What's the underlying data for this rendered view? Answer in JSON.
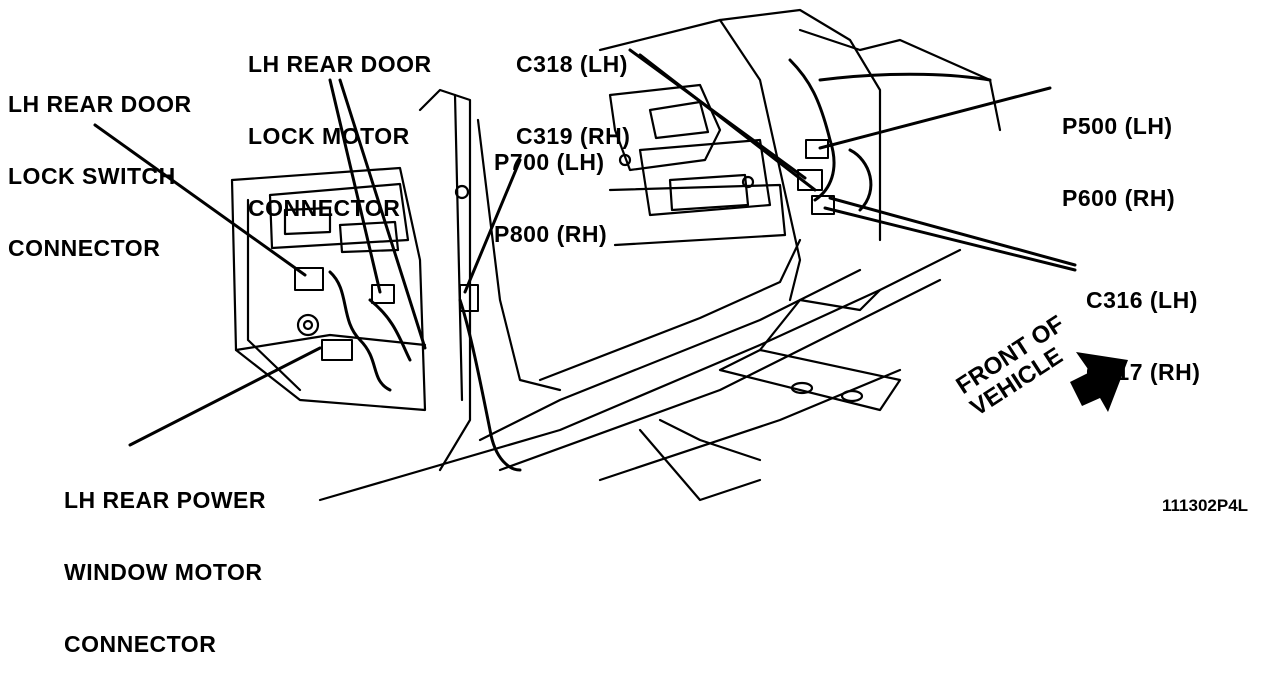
{
  "callouts": {
    "lock_switch": [
      "LH REAR DOOR",
      "LOCK SWITCH",
      "CONNECTOR"
    ],
    "lock_motor": [
      "LH REAR DOOR",
      "LOCK MOTOR",
      "CONNECTOR"
    ],
    "c318": [
      "C318 (LH)",
      "C319 (RH)"
    ],
    "p700": [
      "P700 (LH)",
      "P800 (RH)"
    ],
    "p500": [
      "P500 (LH)",
      "P600 (RH)"
    ],
    "c316": [
      "C316 (LH)",
      "C317 (RH)"
    ],
    "window_motor": [
      "LH REAR POWER",
      "WINDOW MOTOR",
      "CONNECTOR"
    ]
  },
  "direction": [
    "FRONT OF",
    "VEHICLE"
  ],
  "figure_number": "111302P4L",
  "ink_color": "#000000"
}
